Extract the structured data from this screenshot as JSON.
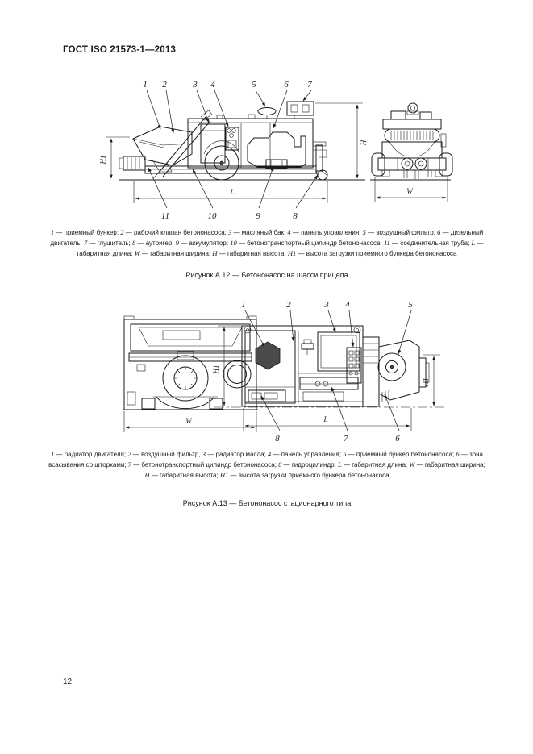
{
  "page": {
    "header": "ГОСТ ISO 21573-1—2013",
    "page_number": "12"
  },
  "figure_a12": {
    "caption": "Рисунок А.12 — Бетононасос на шасси прицепа",
    "callouts_top": [
      "1",
      "2",
      "3",
      "4",
      "5",
      "6",
      "7"
    ],
    "callouts_bottom": [
      "11",
      "10",
      "9",
      "8"
    ],
    "dimensions": {
      "left": "H1",
      "right": "H",
      "length": "L",
      "width": "W"
    },
    "legend": [
      {
        "n": "1",
        "t": "приемный бункер"
      },
      {
        "n": "2",
        "t": "рабочий клапан бетононасоса"
      },
      {
        "n": "3",
        "t": "масляный бак"
      },
      {
        "n": "4",
        "t": "панель управления"
      },
      {
        "n": "5",
        "t": "воздушный фильтр"
      },
      {
        "n": "6",
        "t": "дизельный двигатель"
      },
      {
        "n": "7",
        "t": "глушитель"
      },
      {
        "n": "8",
        "t": "аутригер"
      },
      {
        "n": "9",
        "t": "аккумулятор"
      },
      {
        "n": "10",
        "t": "бетонотранспортный цилиндр бетононасоса"
      },
      {
        "n": "11",
        "t": "соединительная труба"
      },
      {
        "n": "L",
        "t": "габаритная длина"
      },
      {
        "n": "W",
        "t": "габаритная ширина"
      },
      {
        "n": "H",
        "t": "габаритная высота"
      },
      {
        "n": "H1",
        "t": "высота загрузки приемного бункера бетононасоса"
      }
    ]
  },
  "figure_a13": {
    "caption": "Рисунок А.13 — Бетононасос стационарного типа",
    "callouts_top": [
      "1",
      "2",
      "3",
      "4",
      "5"
    ],
    "callouts_bottom": [
      "8",
      "7",
      "6"
    ],
    "dimensions": {
      "left": "H1",
      "right": "H1",
      "length": "L",
      "width": "W"
    },
    "legend": [
      {
        "n": "1",
        "t": "радиатор двигателя"
      },
      {
        "n": "2",
        "t": "воздушный фильтр",
        "s": ","
      },
      {
        "n": "3",
        "t": "радиатор масла"
      },
      {
        "n": "4",
        "t": "панель управления"
      },
      {
        "n": "5",
        "t": "приемный бункер бетононасоса"
      },
      {
        "n": "6",
        "t": "зона всасывания со шторками"
      },
      {
        "n": "7",
        "t": "бетонотранспортный цилиндр бетононасоса"
      },
      {
        "n": "8",
        "t": "гидроцилиндр"
      },
      {
        "n": "L",
        "t": "габаритная длина"
      },
      {
        "n": "W",
        "t": "габаритная ширина"
      },
      {
        "n": "H",
        "t": "габаритная высота"
      },
      {
        "n": "H1",
        "t": "высота загрузки приемного бункера бетононасоса"
      }
    ]
  }
}
